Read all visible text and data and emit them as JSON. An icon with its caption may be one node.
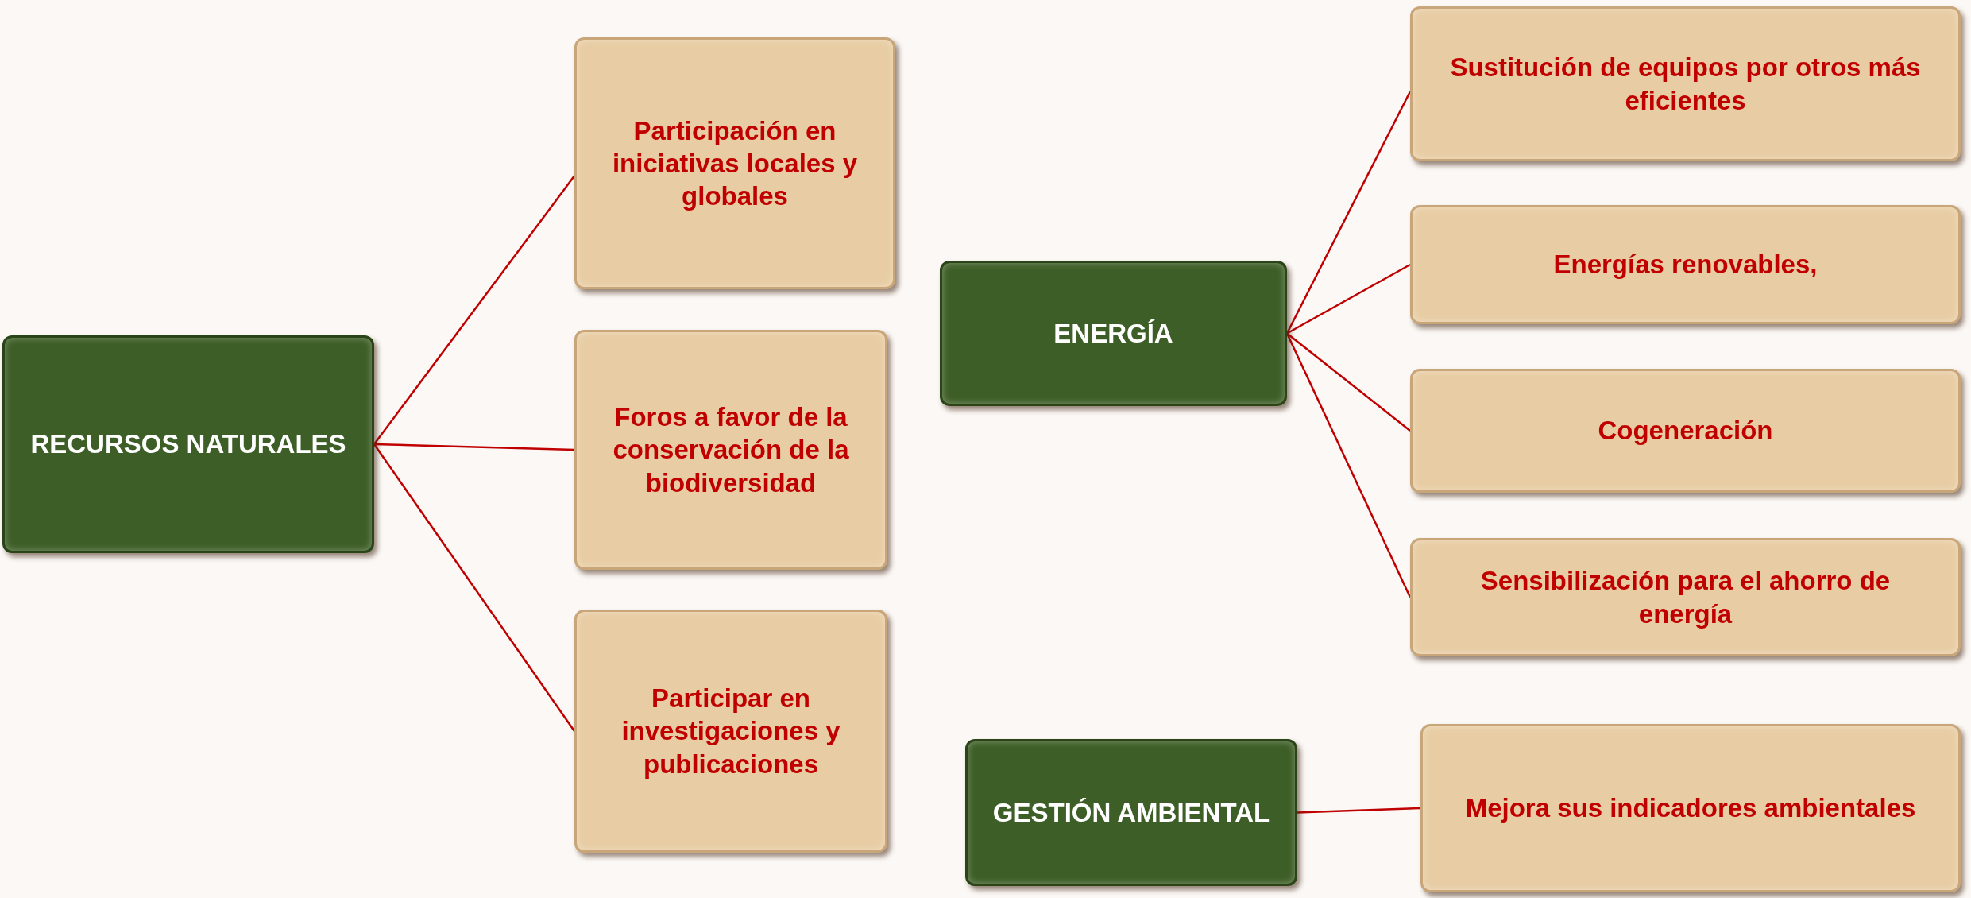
{
  "diagram": {
    "nodes": [
      {
        "text": [
          "RECURSOS NATURALES"
        ]
      },
      {
        "text": [
          "Participación en iniciativas locales y globales"
        ]
      },
      {
        "text": [
          "Foros a favor de la conservación de la biodiversidad"
        ]
      },
      {
        "text": [
          "Participar en investigaciones y publicaciones"
        ]
      },
      {
        "text": [
          "ENERGÍA"
        ]
      },
      {
        "text": [
          "Sustitución de equipos por otros más eficientes"
        ]
      },
      {
        "text": [
          "Energías renovables,"
        ]
      },
      {
        "text": [
          "Cogeneración"
        ]
      },
      {
        "text": [
          "Sensibilización para el ahorro de energía"
        ]
      },
      {
        "text": [
          "GESTIÓN AMBIENTAL"
        ]
      },
      {
        "text": [
          "Mejora sus indicadores ambientales"
        ]
      }
    ],
    "edges": [
      {
        "from": 0,
        "to": 1,
        "arrow": "none"
      },
      {
        "from": 0,
        "to": 2,
        "arrow": "none"
      },
      {
        "from": 0,
        "to": 3,
        "arrow": "none"
      },
      {
        "from": 4,
        "to": 5,
        "arrow": "none"
      },
      {
        "from": 4,
        "to": 6,
        "arrow": "none"
      },
      {
        "from": 4,
        "to": 7,
        "arrow": "none"
      },
      {
        "from": 4,
        "to": 8,
        "arrow": "none"
      },
      {
        "from": 9,
        "to": 10,
        "arrow": "none"
      }
    ]
  }
}
